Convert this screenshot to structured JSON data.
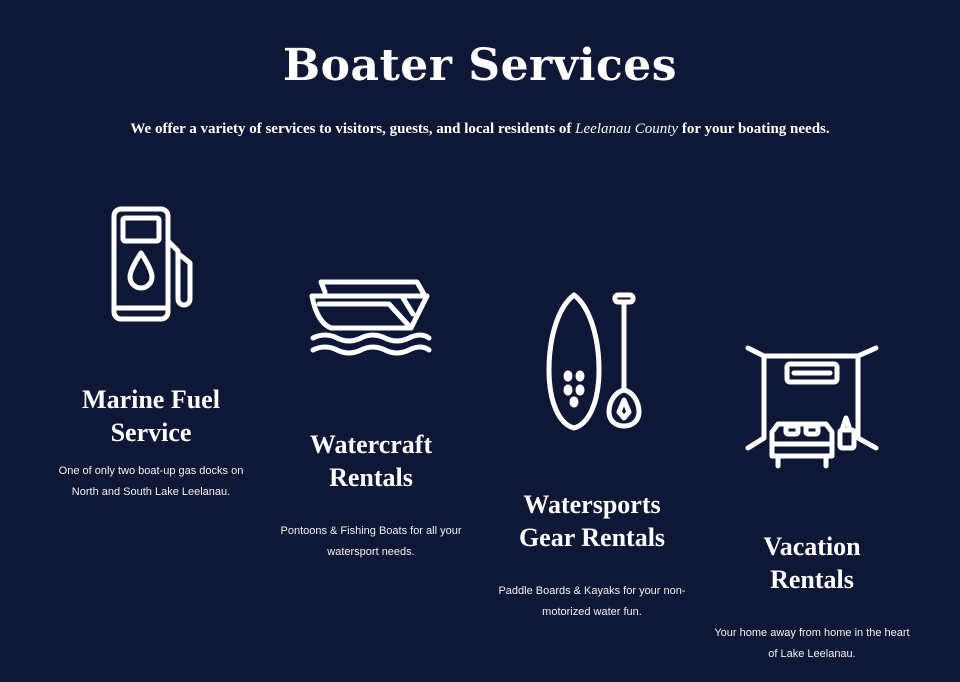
{
  "header": {
    "title": "Boater Services",
    "intro_before": "We offer a variety of services to visitors, guests, and local residents of ",
    "intro_emphasis": "Leelanau County",
    "intro_after": " for your boating needs."
  },
  "services": [
    {
      "icon": "fuel-pump-icon",
      "title_line1": "Marine Fuel",
      "title_line2": "Service",
      "desc_line1": "One of only two boat-up gas docks on",
      "desc_line2": "North and South Lake Leelanau."
    },
    {
      "icon": "boat-icon",
      "title_line1": "Watercraft",
      "title_line2": "Rentals",
      "desc_line1": "Pontoons & Fishing Boats for all your",
      "desc_line2": "watersport needs."
    },
    {
      "icon": "paddleboard-icon",
      "title_line1": "Watersports",
      "title_line2": "Gear Rentals",
      "desc_line1": "Paddle Boards & Kayaks for your non-",
      "desc_line2": "motorized water fun."
    },
    {
      "icon": "vacation-room-icon",
      "title_line1": "Vacation",
      "title_line2": "Rentals",
      "desc_line1": "Your home away from home in the heart",
      "desc_line2": "of Lake Leelanau."
    }
  ],
  "colors": {
    "background": "#0e1735",
    "text": "#ffffff"
  }
}
